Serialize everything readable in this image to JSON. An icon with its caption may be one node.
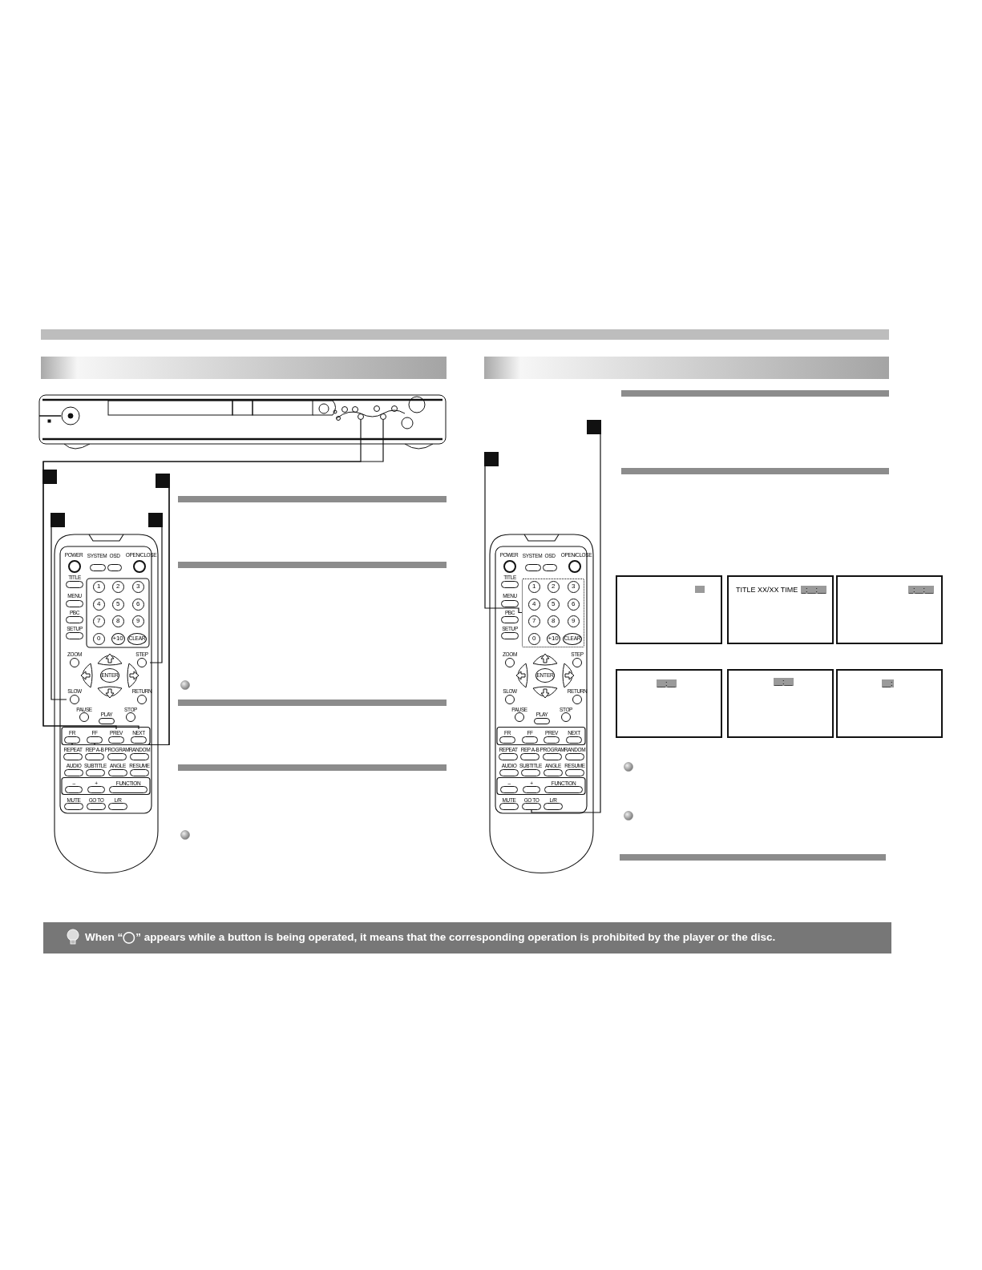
{
  "diagram": {
    "nodes": [
      {
        "text": [],
        "shape": "box"
      },
      {
        "text": [],
        "shape": "box"
      },
      {
        "text": [],
        "shape": "box"
      },
      {
        "text": [],
        "shape": "box"
      },
      {
        "text": [],
        "shape": "circle"
      },
      {
        "text": [],
        "shape": "circle"
      },
      {
        "text": [
          "SLOW"
        ]
      },
      {
        "text": [
          "STEP"
        ]
      },
      {
        "text": [
          "FR"
        ]
      },
      {
        "text": [
          "FF"
        ]
      },
      {
        "text": [
          "PREV"
        ]
      },
      {
        "text": [
          "NEXT"
        ]
      },
      {
        "text": [],
        "shape": "box"
      },
      {
        "text": [],
        "shape": "box"
      },
      {
        "text": [],
        "shape": "box"
      },
      {
        "text": [
          "GO TO"
        ]
      },
      {
        "text": [],
        "shape": "box"
      },
      {
        "text": [
          "TITLE XX/XX TIME",
          "_:__:__"
        ]
      },
      {
        "text": [
          "_:__:__"
        ]
      },
      {
        "text": [
          "__:__"
        ]
      },
      {
        "text": [
          "__:__"
        ]
      },
      {
        "text": [
          "__:"
        ]
      },
      {
        "text": [
          "When “◯” appears while a button is being operated, it means that the corresponding operation is prohibited by the player or the disc."
        ]
      }
    ],
    "edges": [
      {
        "from": 0,
        "to": 4,
        "arrow": "none"
      },
      {
        "from": 0,
        "to": 5,
        "arrow": "none"
      },
      {
        "from": 0,
        "to": 10,
        "arrow": "none"
      },
      {
        "from": 0,
        "to": 11,
        "arrow": "none"
      },
      {
        "from": 1,
        "to": 8,
        "arrow": "none"
      },
      {
        "from": 1,
        "to": 9,
        "arrow": "none"
      },
      {
        "from": 2,
        "to": 6,
        "arrow": "none"
      },
      {
        "from": 3,
        "to": 7,
        "arrow": "none"
      },
      {
        "from": 12,
        "to": 15,
        "arrow": "none"
      },
      {
        "from": 13,
        "to": 14,
        "arrow": "none"
      }
    ],
    "labels": [
      "POWER",
      "SYSTEM",
      "OSD",
      "OPEN/CLOSE",
      "TITLE",
      "1",
      "2",
      "3",
      "MENU",
      "4",
      "5",
      "6",
      "PBC",
      "7",
      "8",
      "9",
      "SETUP",
      "0",
      "+10",
      "CLEAR",
      "ZOOM",
      "ENTER",
      "RETURN",
      "PAUSE",
      "PLAY",
      "STOP",
      "REPEAT",
      "REP A-B",
      "PROGRAM",
      "RANDOM",
      "AUDIO",
      "SUBTITLE",
      "ANGLE",
      "RESUME",
      "–",
      "+",
      "FUNCTION",
      "MUTE",
      "GO TO",
      "L/R",
      "POWER",
      "SYSTEM",
      "OSD",
      "OPEN/CLOSE",
      "TITLE",
      "1",
      "2",
      "3",
      "MENU",
      "4",
      "5",
      "6",
      "PBC",
      "7",
      "8",
      "9",
      "SETUP",
      "0",
      "+10",
      "CLEAR",
      "ZOOM",
      "STEP",
      "ENTER",
      "SLOW",
      "RETURN",
      "PAUSE",
      "PLAY",
      "STOP",
      "FR",
      "FF",
      "PREV",
      "NEXT",
      "REPEAT",
      "REP A-B",
      "PROGRAM",
      "RANDOM",
      "AUDIO",
      "SUBTITLE",
      "ANGLE",
      "RESUME",
      "–",
      "+",
      "FUNCTION",
      "MUTE",
      "L/R"
    ]
  }
}
